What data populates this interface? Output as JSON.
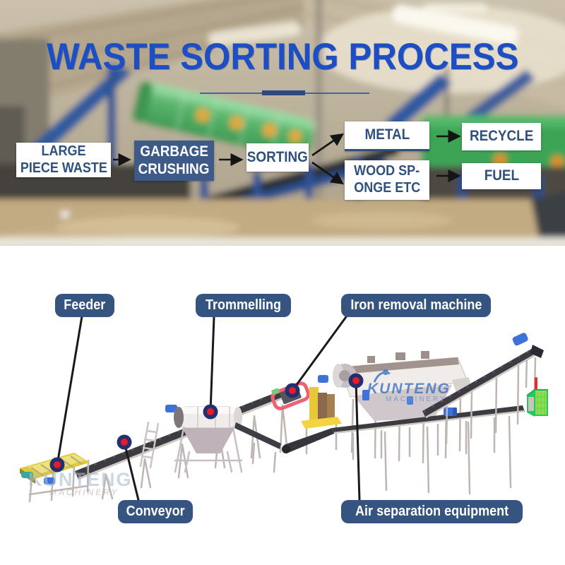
{
  "title": "WASTE SORTING PROCESS",
  "flow": {
    "large": {
      "line1": "LARGE",
      "line2": "PIECE WASTE"
    },
    "garbage": {
      "line1": "GARBAGE",
      "line2": "CRUSHING"
    },
    "sorting": {
      "line1": "SORTING"
    },
    "metal": {
      "line1": "METAL"
    },
    "wood": {
      "line1": "WOOD SP-",
      "line2": "ONGE ETC"
    },
    "recycle": {
      "line1": "RECYCLE"
    },
    "fuel": {
      "line1": "FUEL"
    }
  },
  "machine_labels": {
    "feeder": "Feeder",
    "trommelling": "Trommelling",
    "iron_removal": "Iron removal machine",
    "conveyor": "Conveyor",
    "air_separation": "Air separation equipment"
  },
  "watermarks": {
    "brand": "KUNTENG",
    "brand_sub": "MACHINERY"
  },
  "colors": {
    "title_blue": "#1d4ec4",
    "flow_text_blue": "#30517e",
    "flow_dark_box_bg": "#3d5a88",
    "label_pill_bg": "#35547f",
    "pointer_ring_navy": "#232f6e",
    "pointer_center_red": "#e81b28",
    "belt_dark": "#3b3b41",
    "drum_green": "#5cb56c",
    "feeder_yellow": "#e0cb3e",
    "baler_green": "#2ad46a"
  }
}
